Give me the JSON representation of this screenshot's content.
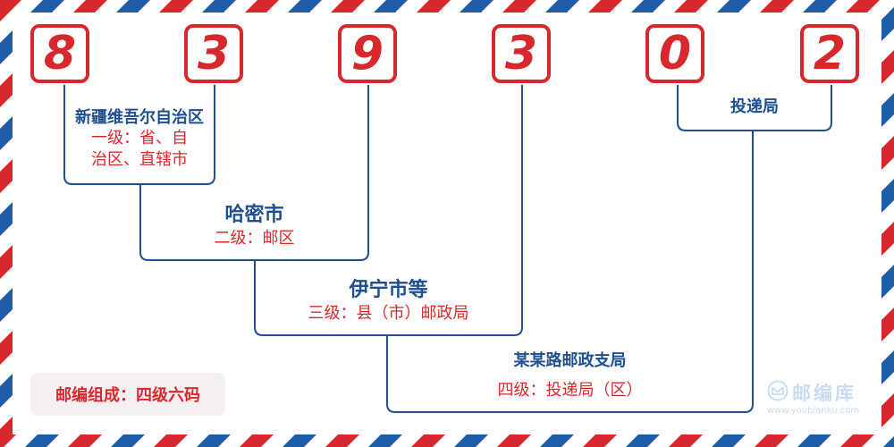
{
  "colors": {
    "red": "#d7282e",
    "blue": "#1f4f8f",
    "stripe_blue": "#1e5ca8"
  },
  "digits": [
    "8",
    "3",
    "9",
    "3",
    "0",
    "2"
  ],
  "levels": [
    {
      "place": "新疆维吾尔自治区",
      "level_lines": [
        "一级：省、自",
        "治区、直辖市"
      ]
    },
    {
      "place": "哈密市",
      "level": "二级：邮区"
    },
    {
      "place": "伊宁市等",
      "level": "三级：县（市）邮政局"
    },
    {
      "place": "某某路邮政支局",
      "level": "四级：投递局（区）"
    },
    {
      "place": "投递局"
    }
  ],
  "summary": "邮编组成：四级六码",
  "logo": {
    "name": "邮编库",
    "url": "www.youbianku.com",
    "icon": "envelope-icon"
  }
}
